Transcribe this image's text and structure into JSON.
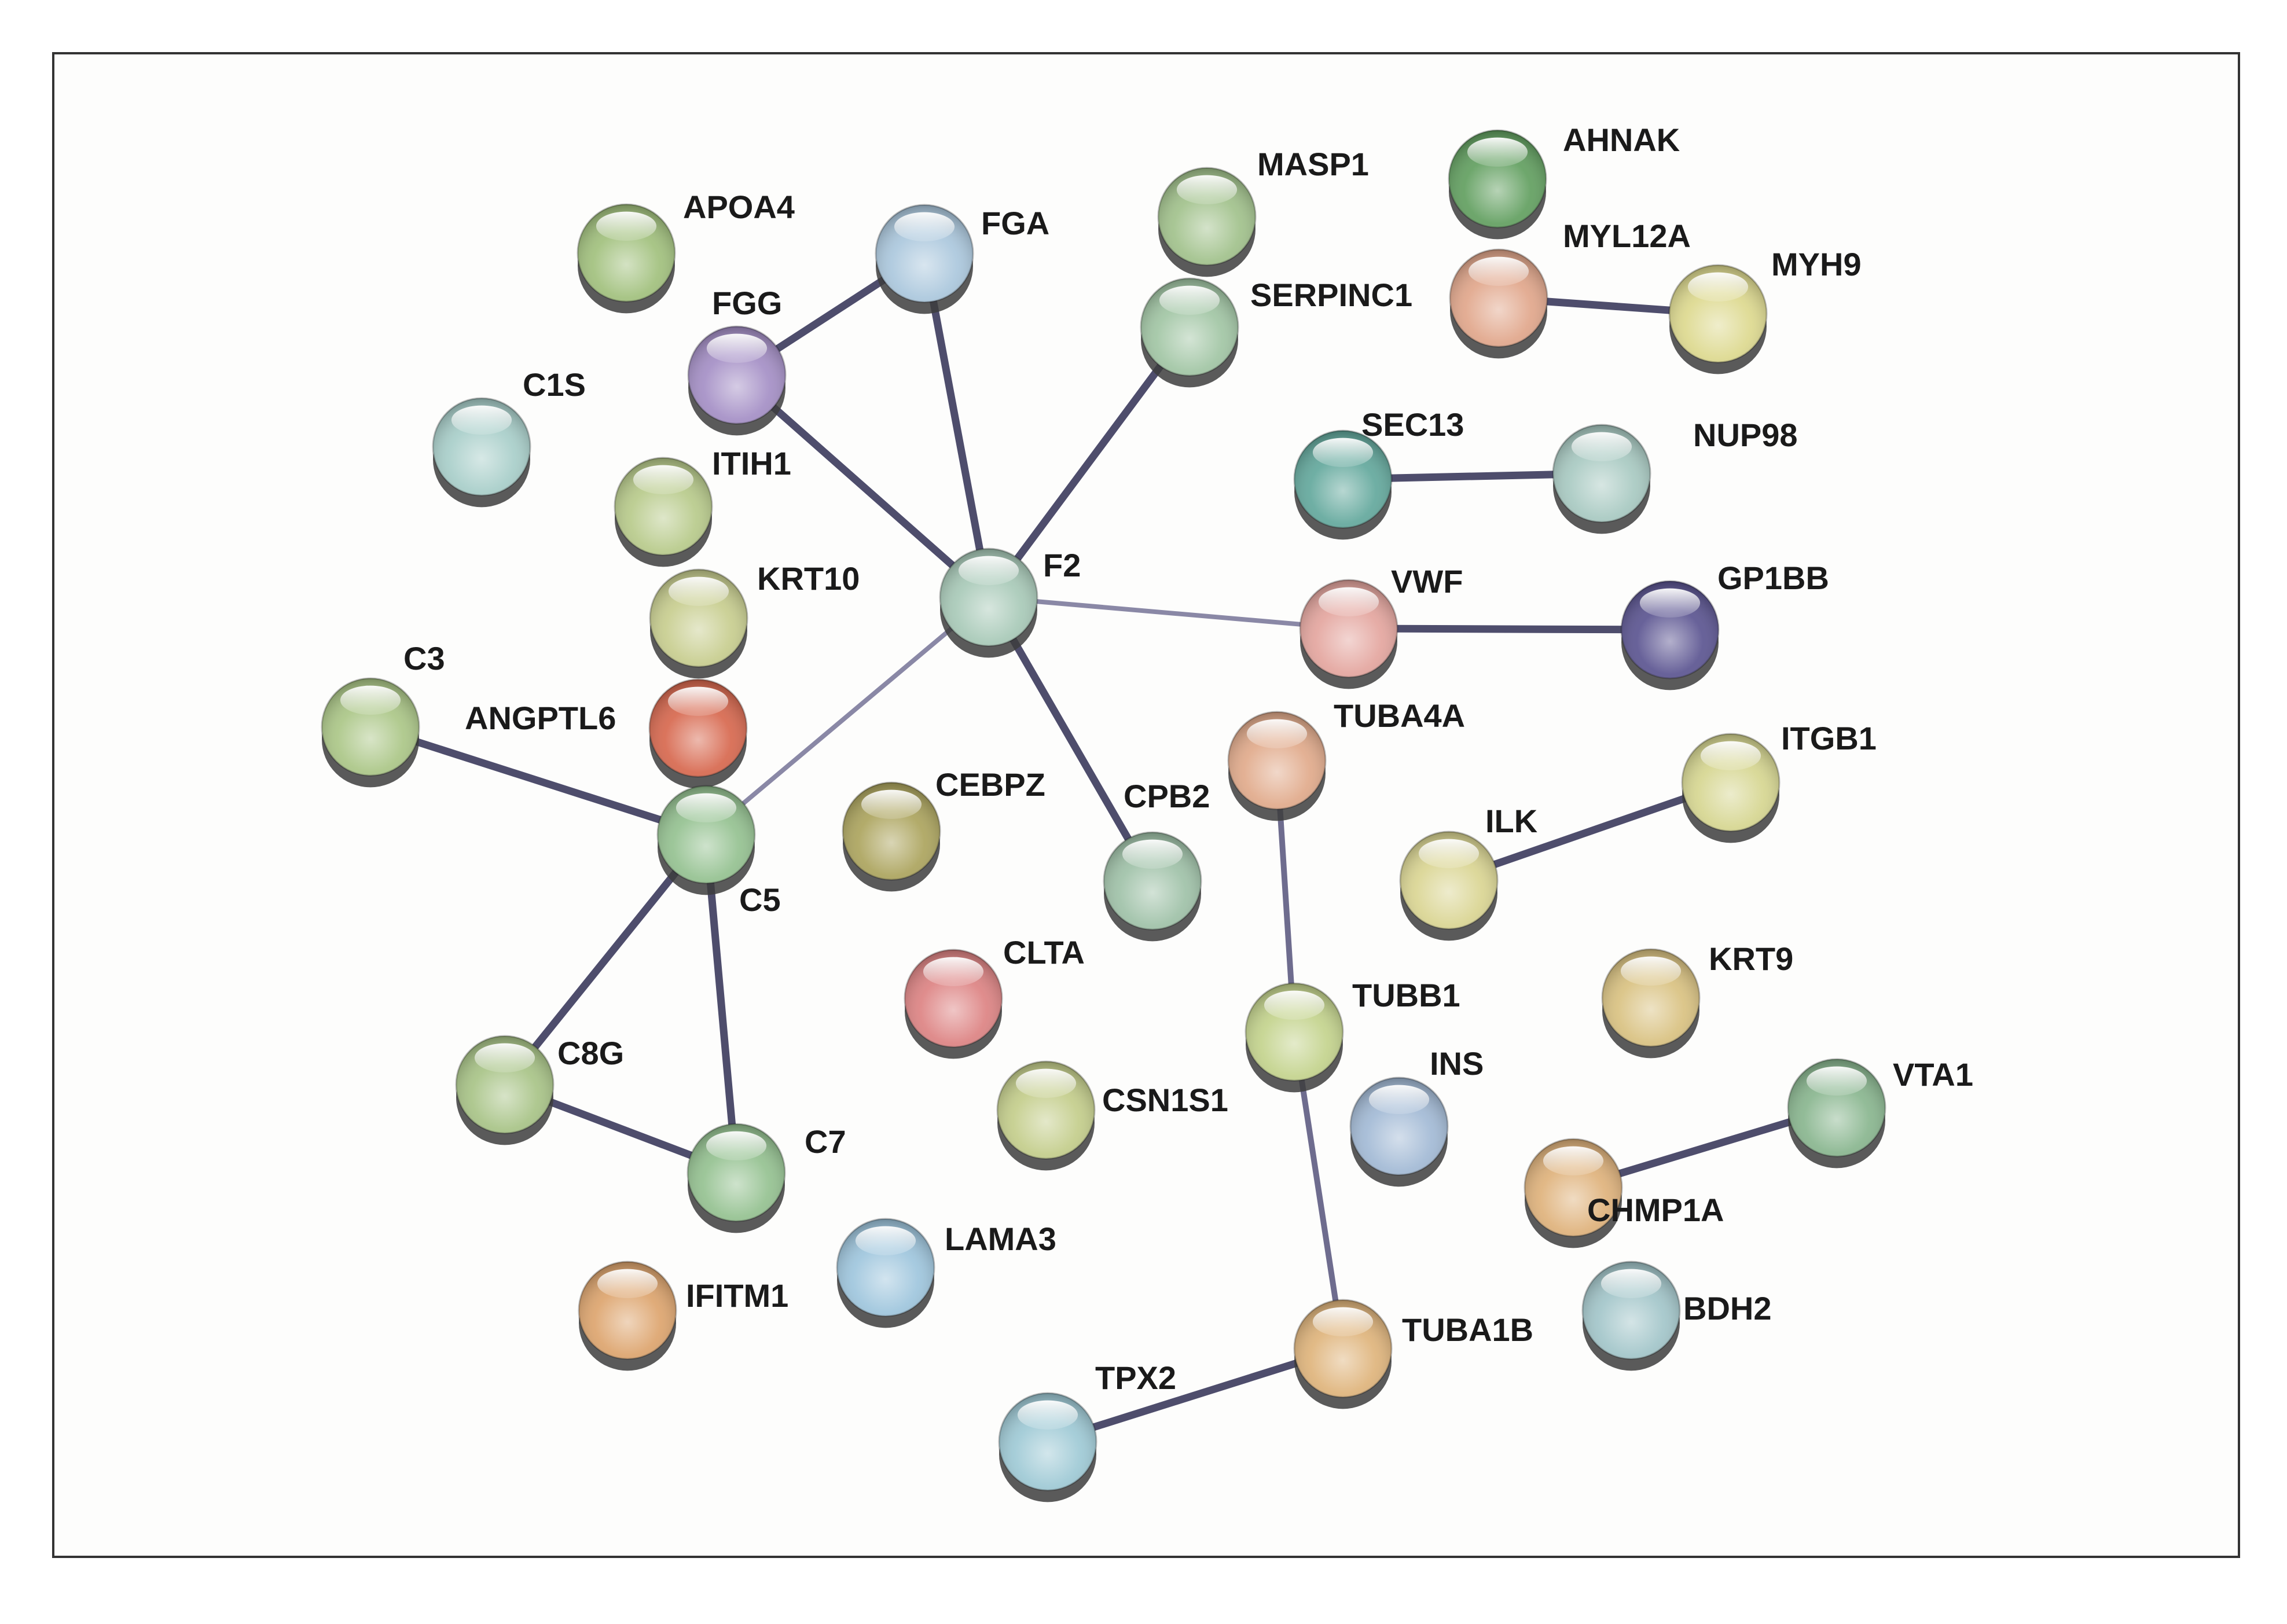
{
  "nodes": [
    {
      "id": "APOA4",
      "label": "APOA4",
      "color": "#9fbf7a"
    },
    {
      "id": "FGA",
      "label": "FGA",
      "color": "#a9c6dc"
    },
    {
      "id": "FGG",
      "label": "FGG",
      "color": "#a28cc4"
    },
    {
      "id": "MASP1",
      "label": "MASP1",
      "color": "#9fc089"
    },
    {
      "id": "AHNAK",
      "label": "AHNAK",
      "color": "#5e9d5c"
    },
    {
      "id": "MYL12A",
      "label": "MYL12A",
      "color": "#e0a488"
    },
    {
      "id": "MYH9",
      "label": "MYH9",
      "color": "#dcd88c"
    },
    {
      "id": "SERPINC1",
      "label": "SERPINC1",
      "color": "#9fc4a2"
    },
    {
      "id": "C1S",
      "label": "C1S",
      "color": "#a6cdc8"
    },
    {
      "id": "ITIH1",
      "label": "ITIH1",
      "color": "#b6c988"
    },
    {
      "id": "SEC13",
      "label": "SEC13",
      "color": "#5fa69a"
    },
    {
      "id": "NUP98",
      "label": "NUP98",
      "color": "#a6c8c0"
    },
    {
      "id": "KRT10",
      "label": "KRT10",
      "color": "#c6cc8c"
    },
    {
      "id": "F2",
      "label": "F2",
      "color": "#a6c8b6"
    },
    {
      "id": "VWF",
      "label": "VWF",
      "color": "#e3a39c"
    },
    {
      "id": "GP1BB",
      "label": "GP1BB",
      "color": "#57508e"
    },
    {
      "id": "C3",
      "label": "C3",
      "color": "#a9c584"
    },
    {
      "id": "ANGPTL6",
      "label": "ANGPTL6",
      "color": "#d6644a"
    },
    {
      "id": "TUBA4A",
      "label": "TUBA4A",
      "color": "#e0a888"
    },
    {
      "id": "ITGB1",
      "label": "ITGB1",
      "color": "#d5d58e"
    },
    {
      "id": "CEBPZ",
      "label": "CEBPZ",
      "color": "#aaa25a"
    },
    {
      "id": "CPB2",
      "label": "CPB2",
      "color": "#9dc0a6"
    },
    {
      "id": "C5",
      "label": "C5",
      "color": "#92c08e"
    },
    {
      "id": "ILK",
      "label": "ILK",
      "color": "#d9d490"
    },
    {
      "id": "CLTA",
      "label": "CLTA",
      "color": "#dc8080"
    },
    {
      "id": "TUBB1",
      "label": "TUBB1",
      "color": "#c2d28a"
    },
    {
      "id": "KRT9",
      "label": "KRT9",
      "color": "#d8c07e"
    },
    {
      "id": "C8G",
      "label": "C8G",
      "color": "#a6c284"
    },
    {
      "id": "INS",
      "label": "INS",
      "color": "#a0b8d4"
    },
    {
      "id": "VTA1",
      "label": "VTA1",
      "color": "#86b48c"
    },
    {
      "id": "CSN1S1",
      "label": "CSN1S1",
      "color": "#c2cc88"
    },
    {
      "id": "C7",
      "label": "C7",
      "color": "#92c08e"
    },
    {
      "id": "CHMP1A",
      "label": "CHMP1A",
      "color": "#deb078"
    },
    {
      "id": "LAMA3",
      "label": "LAMA3",
      "color": "#9cc4dc"
    },
    {
      "id": "IFITM1",
      "label": "IFITM1",
      "color": "#dca26a"
    },
    {
      "id": "BDH2",
      "label": "BDH2",
      "color": "#a0c4c8"
    },
    {
      "id": "TUBA1B",
      "label": "TUBA1B",
      "color": "#deb278"
    },
    {
      "id": "TPX2",
      "label": "TPX2",
      "color": "#9cc8d4"
    }
  ],
  "edges": [
    {
      "from": "FGG",
      "to": "FGA",
      "style": "strong"
    },
    {
      "from": "FGG",
      "to": "F2",
      "style": "strong"
    },
    {
      "from": "FGA",
      "to": "F2",
      "style": "strong"
    },
    {
      "from": "SERPINC1",
      "to": "F2",
      "style": "strong"
    },
    {
      "from": "F2",
      "to": "VWF",
      "style": "light"
    },
    {
      "from": "F2",
      "to": "CPB2",
      "style": "strong"
    },
    {
      "from": "F2",
      "to": "C5",
      "style": "light"
    },
    {
      "from": "VWF",
      "to": "GP1BB",
      "style": "strong"
    },
    {
      "from": "MYL12A",
      "to": "MYH9",
      "style": "strong"
    },
    {
      "from": "SEC13",
      "to": "NUP98",
      "style": "strong"
    },
    {
      "from": "C3",
      "to": "C5",
      "style": "strong"
    },
    {
      "from": "C5",
      "to": "C8G",
      "style": "strong"
    },
    {
      "from": "C5",
      "to": "C7",
      "style": "strong"
    },
    {
      "from": "C8G",
      "to": "C7",
      "style": "strong"
    },
    {
      "from": "ILK",
      "to": "ITGB1",
      "style": "strong"
    },
    {
      "from": "TUBA4A",
      "to": "TUBB1",
      "style": "medium"
    },
    {
      "from": "TUBB1",
      "to": "TUBA1B",
      "style": "medium"
    },
    {
      "from": "TUBA1B",
      "to": "TPX2",
      "style": "strong"
    },
    {
      "from": "CHMP1A",
      "to": "VTA1",
      "style": "strong"
    }
  ]
}
